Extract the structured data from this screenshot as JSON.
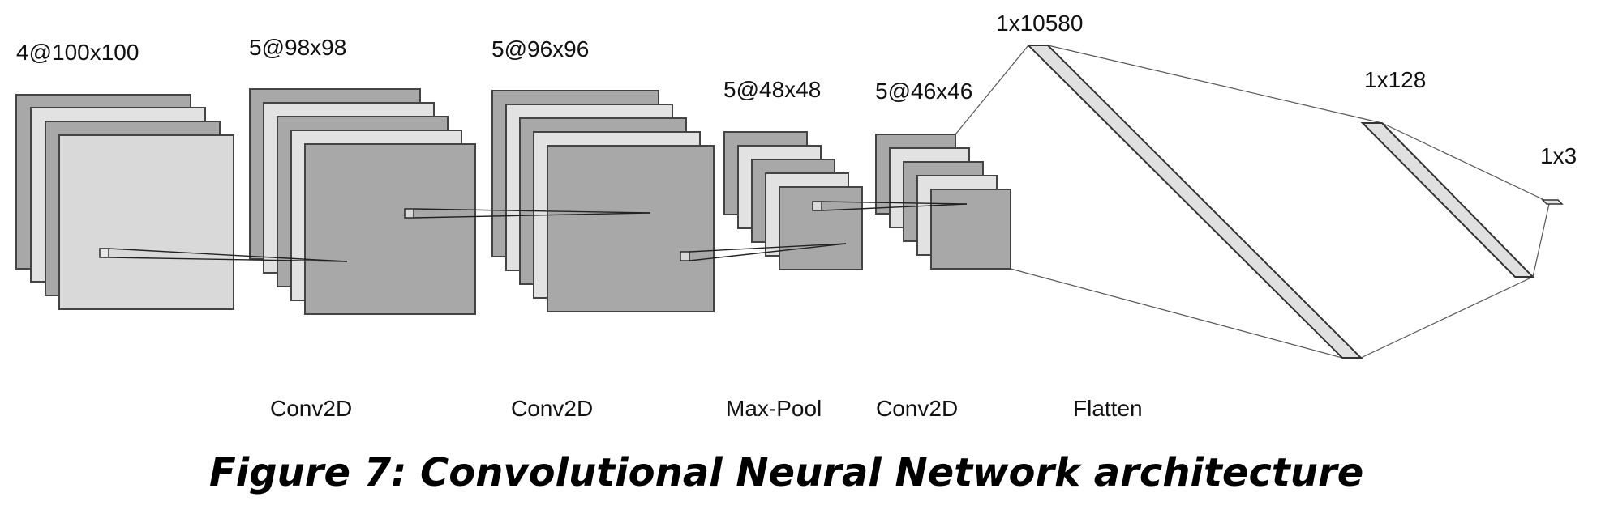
{
  "diagram": {
    "caption": "Figure 7: Convolutional Neural Network architecture",
    "layers": [
      {
        "id": "input",
        "shape": "4@100x100",
        "op": ""
      },
      {
        "id": "conv1",
        "shape": "5@98x98",
        "op": "Conv2D"
      },
      {
        "id": "conv2",
        "shape": "5@96x96",
        "op": "Conv2D"
      },
      {
        "id": "pool",
        "shape": "5@48x48",
        "op": "Max-Pool"
      },
      {
        "id": "conv3",
        "shape": "5@46x46",
        "op": "Conv2D"
      },
      {
        "id": "flatten",
        "shape": "1x10580",
        "op": "Flatten"
      },
      {
        "id": "dense",
        "shape": "1x128",
        "op": ""
      },
      {
        "id": "output",
        "shape": "1x3",
        "op": ""
      }
    ]
  }
}
